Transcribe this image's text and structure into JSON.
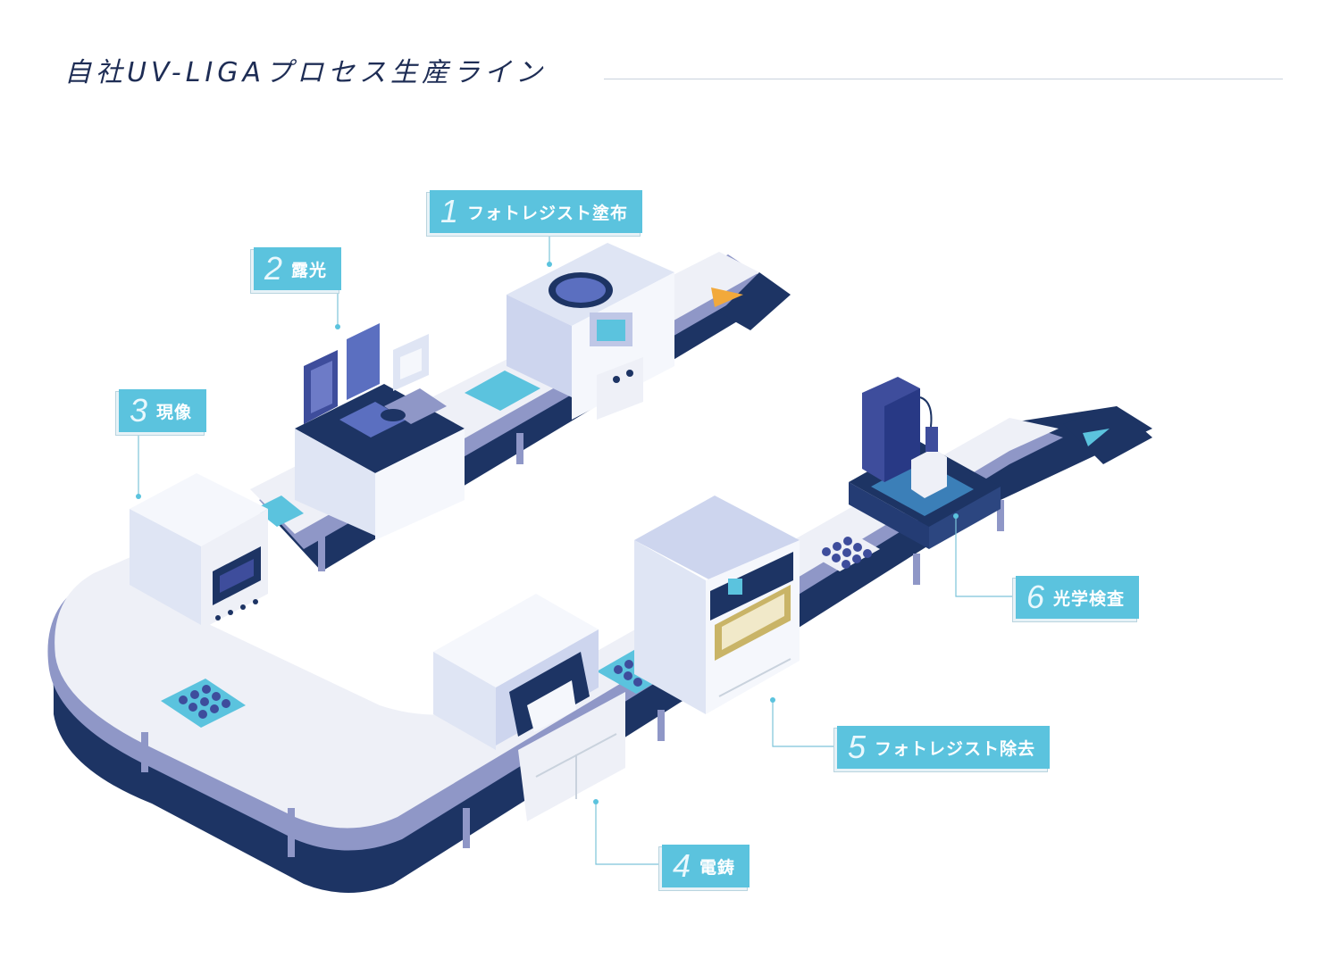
{
  "title": "自社UV-LIGAプロセス生産ライン",
  "steps": [
    {
      "num": "1",
      "label": "フォトレジスト塗布"
    },
    {
      "num": "2",
      "label": "露光"
    },
    {
      "num": "3",
      "label": "現像"
    },
    {
      "num": "4",
      "label": "電鋳"
    },
    {
      "num": "5",
      "label": "フォトレジスト除去"
    },
    {
      "num": "6",
      "label": "光学検査"
    }
  ],
  "colors": {
    "navy": "#1d3464",
    "belt": "#eef0f7",
    "belt_edge": "#8f97c7",
    "accent": "#5bc3de",
    "machine": "#dfe5f4",
    "orange_arrow": "#f2a93b"
  }
}
